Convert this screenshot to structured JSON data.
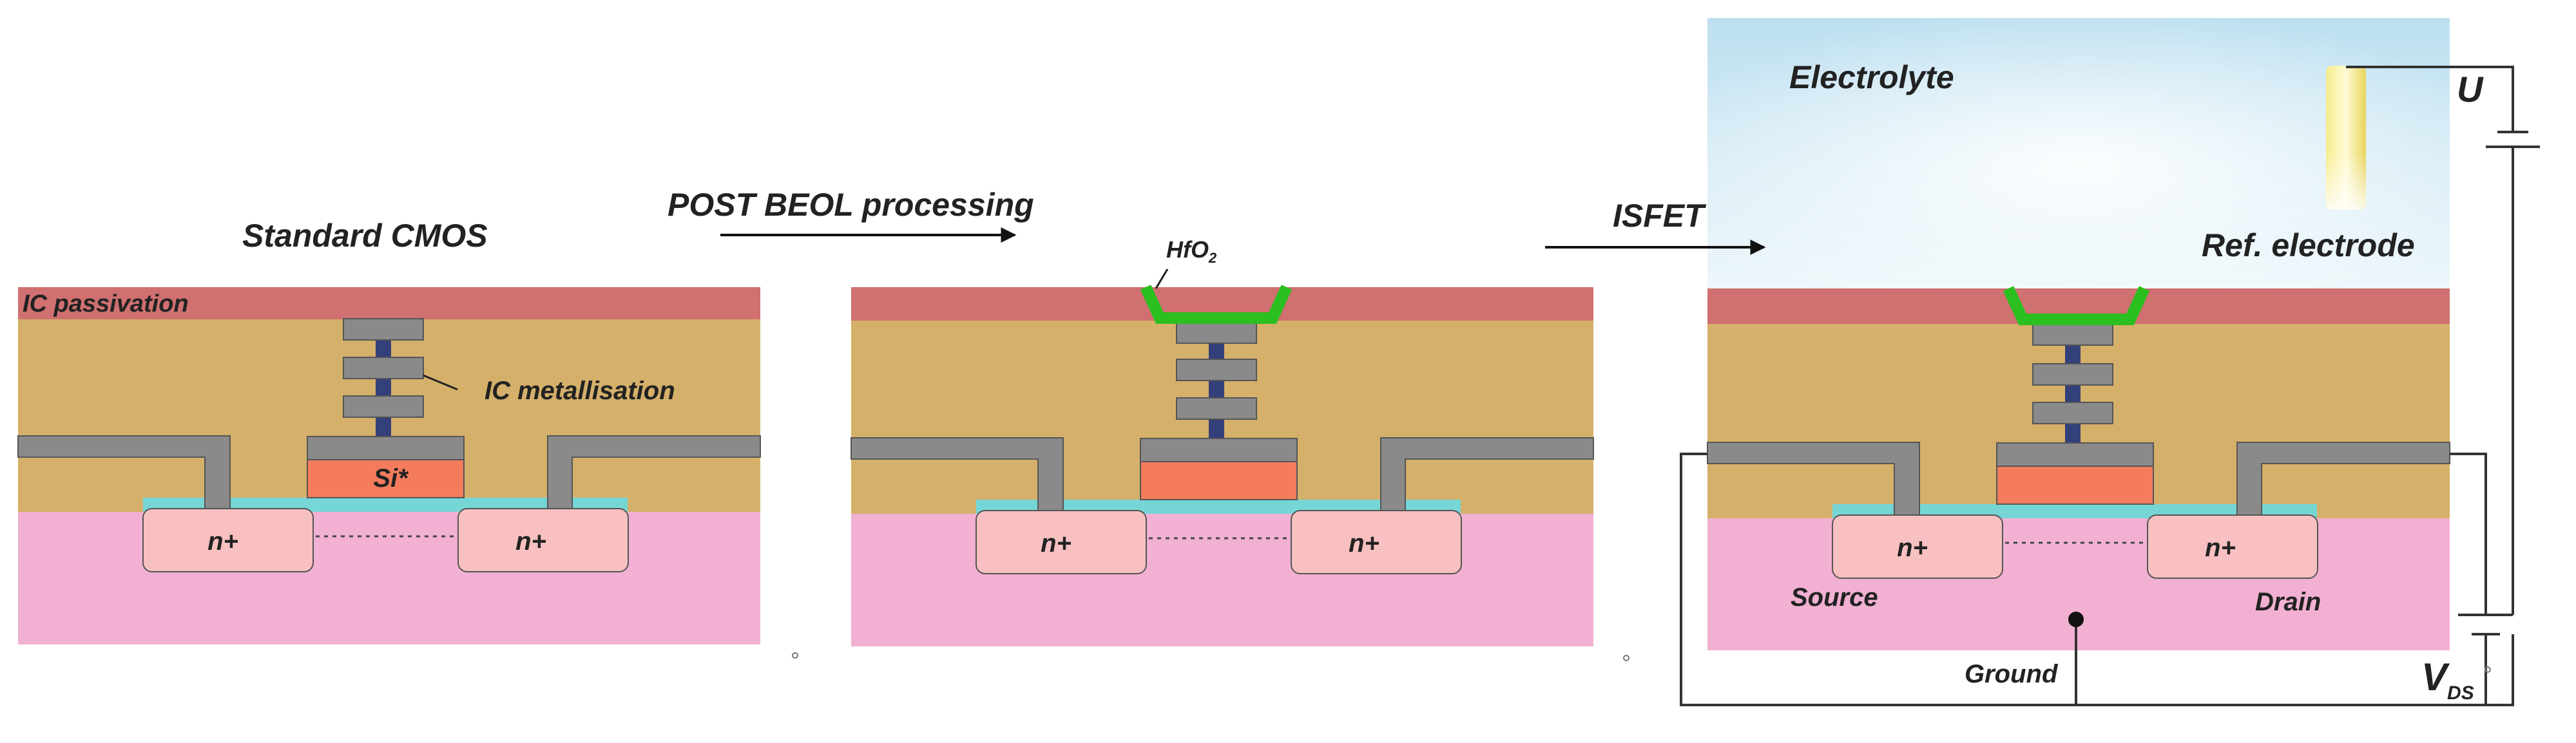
{
  "panels": [
    {
      "title": "Standard CMOS",
      "passivation_label": "IC passivation",
      "metallisation_label": "IC metallisation",
      "gate_label": "Si*",
      "n_left": "n+",
      "n_right": "n+"
    },
    {
      "n_left": "n+",
      "n_right": "n+",
      "film_label": "HfO2"
    },
    {
      "n_left": "n+",
      "n_right": "n+",
      "electrolyte_label": "Electrolyte",
      "ref_electrode_label": "Ref. electrode",
      "source_label": "Source",
      "drain_label": "Drain",
      "ground_label": "Ground",
      "u_label": "U",
      "vds_label": "V",
      "vds_sub": "DS"
    }
  ],
  "arrows": [
    {
      "label": "POST BEOL processing"
    },
    {
      "label": "ISFET"
    }
  ],
  "colors": {
    "substrate": "#f2b0d2",
    "oxide_layer": "#d4b06a",
    "passivation": "#d07070",
    "metal": "#8a8a8a",
    "via": "#34407a",
    "gate_silicon": "#f47c5c",
    "thin_oxide": "#76d6d6",
    "n_plus": "#f8c0c0",
    "hfo2": "#2bbf1f",
    "electrolyte_top": "#bcdff0",
    "electrolyte_bottom": "#eef7fb",
    "ref_electrode": "#f0e070",
    "wire": "#333333"
  }
}
